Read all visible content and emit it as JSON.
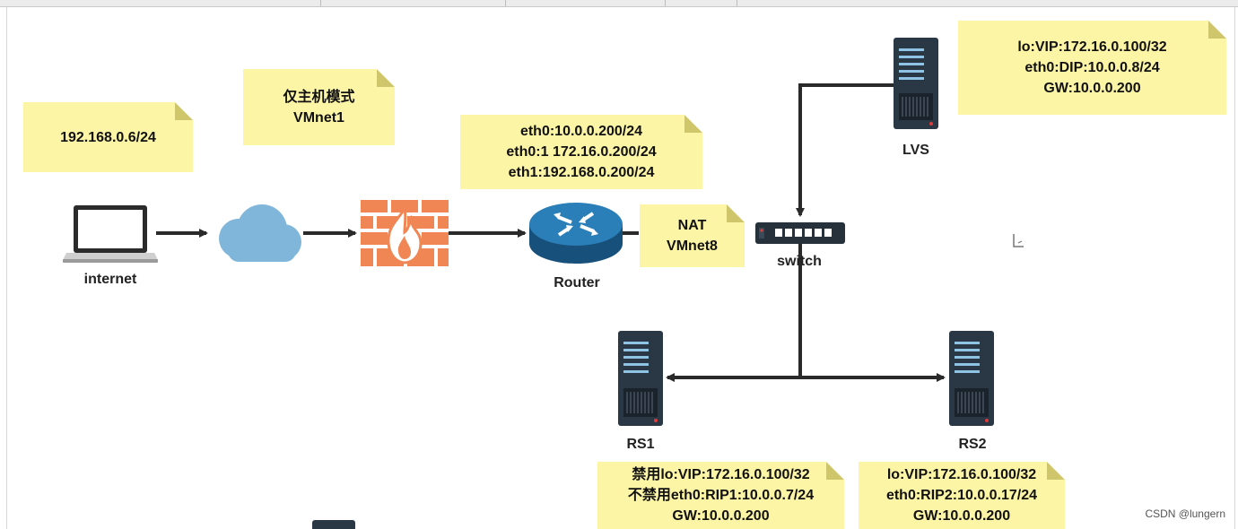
{
  "notes": {
    "internet_ip": [
      "192.168.0.6/24"
    ],
    "hostonly": [
      "仅主机模式",
      "VMnet1"
    ],
    "router_ips": [
      "eth0:10.0.0.200/24",
      "eth0:1 172.16.0.200/24",
      "eth1:192.168.0.200/24"
    ],
    "nat": [
      "NAT",
      "VMnet8"
    ],
    "lvs": [
      "lo:VIP:172.16.0.100/32",
      "eth0:DIP:10.0.0.8/24",
      "GW:10.0.0.200"
    ],
    "rs1": [
      "禁用lo:VIP:172.16.0.100/32",
      "不禁用eth0:RIP1:10.0.0.7/24",
      "GW:10.0.0.200"
    ],
    "rs2": [
      "lo:VIP:172.16.0.100/32",
      "eth0:RIP2:10.0.0.17/24",
      "GW:10.0.0.200"
    ]
  },
  "labels": {
    "internet": "internet",
    "router": "Router",
    "switch": "switch",
    "lvs": "LVS",
    "rs1": "RS1",
    "rs2": "RS2"
  },
  "icons": {
    "laptop": "laptop-icon",
    "cloud": "cloud-icon",
    "firewall": "firewall-icon",
    "router": "router-icon",
    "switch": "switch-icon",
    "server": "server-icon"
  },
  "colors": {
    "note_bg": "#fdf5a6",
    "router": "#1f6fa3",
    "cloud": "#7fb6d9",
    "firewall": "#f08a55",
    "server": "#2a3744",
    "wire": "#2a2a2a"
  },
  "watermark": "CSDN @lungern"
}
